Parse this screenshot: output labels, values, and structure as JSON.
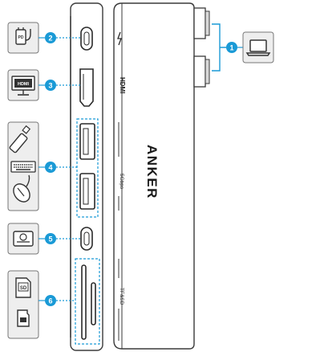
{
  "brand": "ANKER",
  "side_labels": {
    "hdmi": "HDMI",
    "usb": "5Gbps",
    "card": "TF&SD"
  },
  "icon_labels": {
    "hdmi_monitor": "HDMI",
    "sd_card": "SD"
  },
  "callouts": [
    {
      "n": "1",
      "icon": "laptop-icon"
    },
    {
      "n": "2",
      "icon": "power-delivery-icon"
    },
    {
      "n": "3",
      "icon": "hdmi-monitor-icon"
    },
    {
      "n": "4",
      "icon": "usb-accessories-icon"
    },
    {
      "n": "5",
      "icon": "external-drive-icon"
    },
    {
      "n": "6",
      "icon": "memory-card-icon"
    }
  ],
  "colors": {
    "accent": "#1a9ad6",
    "line": "#3a3a3a",
    "icon_bg": "#eeeeee",
    "device": "#ffffff"
  }
}
